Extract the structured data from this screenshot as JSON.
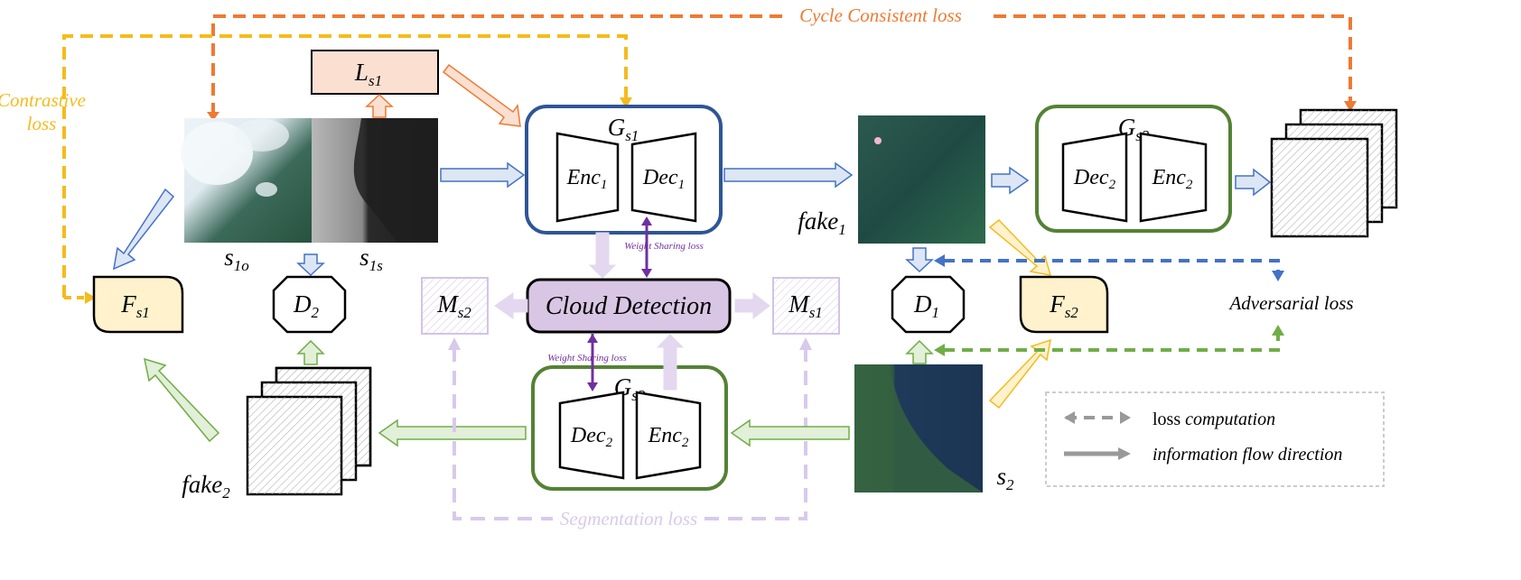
{
  "losses": {
    "cycle": "Cycle Consistent loss",
    "contrastive_line1": "Contrastive",
    "contrastive_line2": "loss",
    "weight_sharing_top": "Weight Sharing loss",
    "weight_sharing_bottom": "Weight Sharing loss",
    "segmentation": "Segmentation loss",
    "adversarial": "Adversarial loss"
  },
  "nodes": {
    "ls1": {
      "main": "L",
      "sub": "s1"
    },
    "gs1_top": {
      "main": "G",
      "sub": "s1"
    },
    "gs2_right": {
      "main": "G",
      "sub": "s2"
    },
    "gs2_bottom": {
      "main": "G",
      "sub": "s2"
    },
    "enc1": {
      "main": "Enc",
      "sub": "1"
    },
    "dec1": {
      "main": "Dec",
      "sub": "1"
    },
    "dec2_right": {
      "main": "Dec",
      "sub": "2"
    },
    "enc2_right": {
      "main": "Enc",
      "sub": "2"
    },
    "dec2_bottom": {
      "main": "Dec",
      "sub": "2"
    },
    "enc2_bottom": {
      "main": "Enc",
      "sub": "2"
    },
    "cloud_detection": "Cloud Detection",
    "fs1": {
      "main": "F",
      "sub": "s1"
    },
    "fs2": {
      "main": "F",
      "sub": "s2"
    },
    "d1": {
      "main": "D",
      "sub": "1"
    },
    "d2": {
      "main": "D",
      "sub": "2"
    },
    "ms1": {
      "main": "M",
      "sub": "s1"
    },
    "ms2": {
      "main": "M",
      "sub": "s2"
    }
  },
  "images": {
    "s1o": {
      "main": "s",
      "sub": "1o"
    },
    "s1s": {
      "main": "s",
      "sub": "1s"
    },
    "fake1": {
      "main": "fake",
      "sub": "1"
    },
    "fake2": {
      "main": "fake",
      "sub": "2"
    },
    "s2": {
      "main": "s",
      "sub": "2"
    }
  },
  "legend": {
    "loss_computation_plain": "loss ",
    "loss_computation_italic": "computation",
    "information_flow": "information flow direction"
  },
  "colors": {
    "cycle": "#ee7a33",
    "contrastive": "#f5bb1c",
    "blue_frame": "#2f5597",
    "green_frame": "#548235",
    "adv_blue": "#4472c4",
    "adv_green": "#70ad47",
    "purple": "#7030a0",
    "lavender": "#d9c9ec",
    "cloud_fill": "#d9c6e4",
    "ls1_fill": "#fbe0d2",
    "f_fill": "#fff2cc"
  }
}
